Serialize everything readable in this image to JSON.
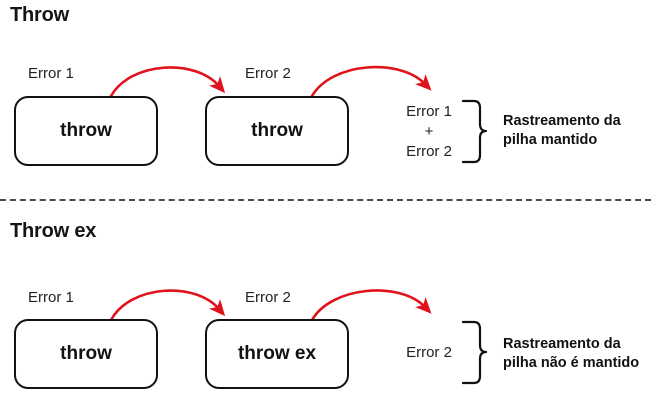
{
  "diagram": {
    "title_visible": false,
    "accent_arrow_color": "#e0131c",
    "stroke_color": "#111111",
    "divider_color": "#4b4b4b"
  },
  "sections": [
    {
      "id": "throw",
      "title": "Throw",
      "labels": {
        "first_error": "Error 1",
        "second_error": "Error 2"
      },
      "boxes": [
        {
          "label": "throw"
        },
        {
          "label": "throw"
        }
      ],
      "stack": {
        "line1": "Error 1",
        "line2": "+",
        "line3": "Error 2"
      },
      "result": {
        "line1": "Rastreamento da",
        "line2": "pilha mantido"
      }
    },
    {
      "id": "throw-ex",
      "title": "Throw ex",
      "labels": {
        "first_error": "Error 1",
        "second_error": "Error 2"
      },
      "boxes": [
        {
          "label": "throw"
        },
        {
          "label": "throw ex"
        }
      ],
      "stack": {
        "line1": "Error 2",
        "line2": "",
        "line3": ""
      },
      "result": {
        "line1": "Rastreamento da",
        "line2": "pilha não é mantido"
      }
    }
  ]
}
